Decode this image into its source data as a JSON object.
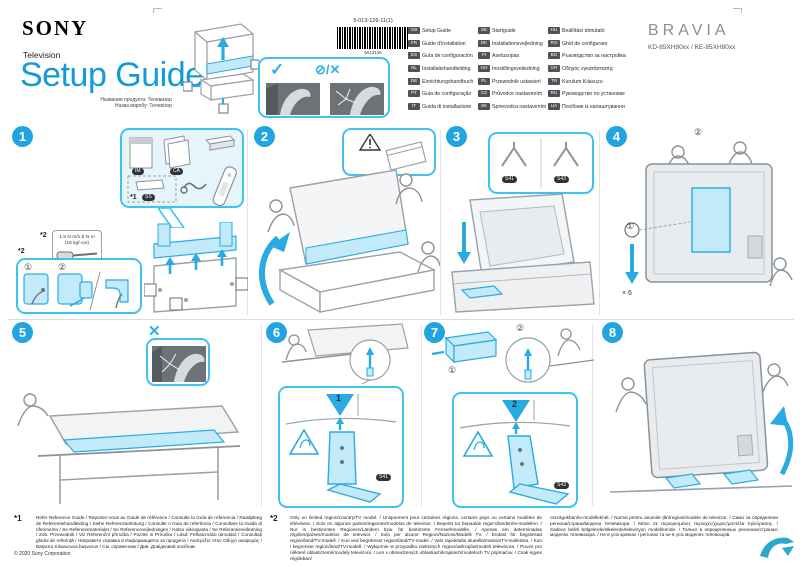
{
  "page": {
    "brand": "SONY",
    "product_type": "Television",
    "title": "Setup Guide",
    "name_ru": "Название продукта: Телевизор",
    "name_ua": "Назва виробу: Телевізор",
    "part_number": "5-013-126-11(1)",
    "barcode_digits": "5013126",
    "check_mark": "✓",
    "prohibit_mark": "⊘/✕",
    "logo": "BRAVIA",
    "models": "KD-85XH80xx / KE-85XH80xx",
    "accent_blue": "#21a5de",
    "light_blue": "#c3eaf8",
    "callout_blue": "#3fc2ef"
  },
  "languages": {
    "columns": [
      [
        {
          "code": "GB",
          "label": "Setup Guide"
        },
        {
          "code": "FR",
          "label": "Guide d'installation"
        },
        {
          "code": "ES",
          "label": "Guía de configuración"
        },
        {
          "code": "NL",
          "label": "Installatiehandleiding"
        },
        {
          "code": "DE",
          "label": "Einrichtungshandbuch"
        },
        {
          "code": "PT",
          "label": "Guia de configuração"
        },
        {
          "code": "IT",
          "label": "Guida di installazione"
        }
      ],
      [
        {
          "code": "SE",
          "label": "Startguide"
        },
        {
          "code": "DK",
          "label": "Installationsvejledning"
        },
        {
          "code": "FI",
          "label": "Asetusopas"
        },
        {
          "code": "NO",
          "label": "Innstillingsveiledning"
        },
        {
          "code": "PL",
          "label": "Przewodnik ustawień"
        },
        {
          "code": "CZ",
          "label": "Průvodce nastavením"
        },
        {
          "code": "SK",
          "label": "Sprievodca nastavením"
        }
      ],
      [
        {
          "code": "HU",
          "label": "Beállítási útmutató"
        },
        {
          "code": "RO",
          "label": "Ghid de configurare"
        },
        {
          "code": "BG",
          "label": "Ръководство за настройка"
        },
        {
          "code": "GR",
          "label": "Οδηγός εγκατάστασης"
        },
        {
          "code": "TR",
          "label": "Kurulum Kılavuzu"
        },
        {
          "code": "RU",
          "label": "Руководство по установке"
        },
        {
          "code": "UA",
          "label": "Посібник із налаштування"
        }
      ]
    ]
  },
  "steps": {
    "step1": {
      "number": "1",
      "star1": "*1",
      "star2": "*2",
      "torque_line1": "1.5 N·m/1,5 N·m",
      "torque_line2": "(15 kgf·cm)",
      "badge_im": "IM",
      "badge_ca": "CA",
      "badge_ss": "SS",
      "circ1": "①",
      "circ2": "②"
    },
    "step2": {
      "number": "2"
    },
    "step3": {
      "number": "3",
      "badge_left": "S41",
      "badge_right": "S43"
    },
    "step4": {
      "number": "4",
      "circ1": "①",
      "circ2": "②",
      "screw_count": "× 6"
    },
    "step5": {
      "number": "5",
      "cross": "✕"
    },
    "step6": {
      "number": "6",
      "insert_label": "1",
      "badge": "S41"
    },
    "step7": {
      "number": "7",
      "insert_label": "2",
      "badge": "S43",
      "circ1": "①",
      "circ2": "②"
    },
    "step8": {
      "number": "8"
    }
  },
  "footnotes": {
    "fn1_mark": "*1",
    "fn1_text": "Refer Reference Guide / Reportez-vous au Guide de référence / Consulte la Guía de referencia / Raadpleeg de Referentiehandleiding / Siehe Referenzanleitung / Consulte o Guia de referência / Consultare la Guida di riferimento / Se Referensmaterialet / Se Referencevejledningen / Katso viiteopasta / Se Referanseveiledning / Zob. Przewodnik / Viz Referenční příručka / Pozrite si Príručku / Lásd: Felhasználói útmutató / Consultați ghidul de referință / Направете справка в Информацията за продукта / Ανατρέξτε στον Οδηγό αναφοράς / Başvuru Kılavuzuna başvurun / См. справочник / Див. Довідковий посібник",
    "fn2_mark": "*2",
    "fn2_text": "Only on limited region/country/TV model. / Uniquement pour certaines régions, certains pays ou certains modèles de téléviseur. / Solo en algunos países/regiones/modelos de televisor. / Beperkt tot bepaalde regio's/landen/tv-modellen. / Nur in bestimmten Regionen/Ländern bzw. für bestimmte Fernsehmodelle. / Apenas em determinadas regiões/países/modelos de televisor. / Solo per alcune Regioni/Nazioni/Modelli TV. / Endast för begränsad region/land/TV-modell. / Kun ved begrænset region/land/TV-model. / Vain rajoitetulla alueella/maissa/TV-malleissa. / Kun i begrenset region/land/TV-modell. / Wyłącznie w przypadku niektórych regionów/krajów/modeli telewizora. / Pouze pro některé oblasti/země/modely televizoru. / Len v obmedzených oblastiach/krajinách/modeloch TV prijímačov. / Csak egyes régiókban/",
    "fn3_text": "országokban/tv-modelleknél. / Numai pentru anumite țări/regiuni/modele de televizor. / Само за определени региони/страни/модели телевизори. / Μόνο σε περιορισμένες περιοχές/χώρες/μοντέλα τηλεόρασης. / Sadece belirli bölgelerde/ülkelerde/televizyon modellerinde. / Только в определенных регионах/странах/моделях телевизора. / Не в усіх країнах і регіонах та не в усіх моделях телевізорів.",
    "copyright": "© 2020 Sony Corporation"
  }
}
